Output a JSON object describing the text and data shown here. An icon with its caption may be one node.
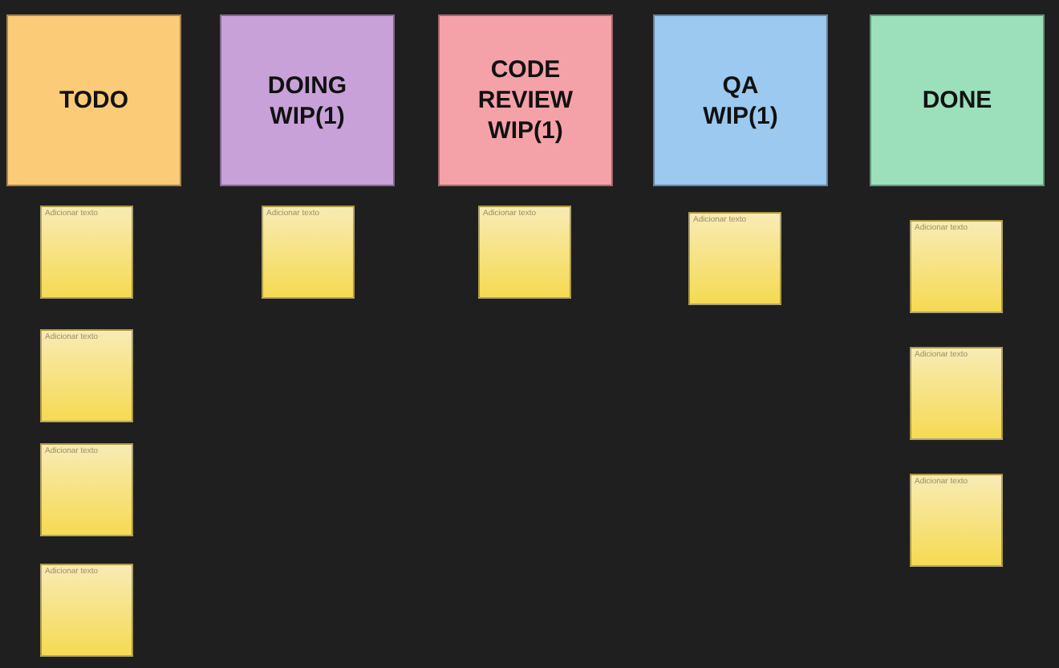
{
  "diagram": {
    "nodes": [
      {
        "text": [
          "TODO"
        ]
      },
      {
        "text": [
          "DOING WIP(1)"
        ]
      },
      {
        "text": [
          "CODE REVIEW WIP(1)"
        ]
      },
      {
        "text": [
          "QA WIP(1)"
        ]
      },
      {
        "text": [
          "DONE"
        ]
      },
      {
        "text": [
          "Adicionar texto"
        ]
      },
      {
        "text": [
          "Adicionar texto"
        ]
      },
      {
        "text": [
          "Adicionar texto"
        ]
      },
      {
        "text": [
          "Adicionar texto"
        ]
      },
      {
        "text": [
          "Adicionar texto"
        ]
      },
      {
        "text": [
          "Adicionar texto"
        ]
      },
      {
        "text": [
          "Adicionar texto"
        ]
      },
      {
        "text": [
          "Adicionar texto"
        ]
      },
      {
        "text": [
          "Adicionar texto"
        ]
      },
      {
        "text": [
          "Adicionar texto"
        ]
      }
    ]
  }
}
